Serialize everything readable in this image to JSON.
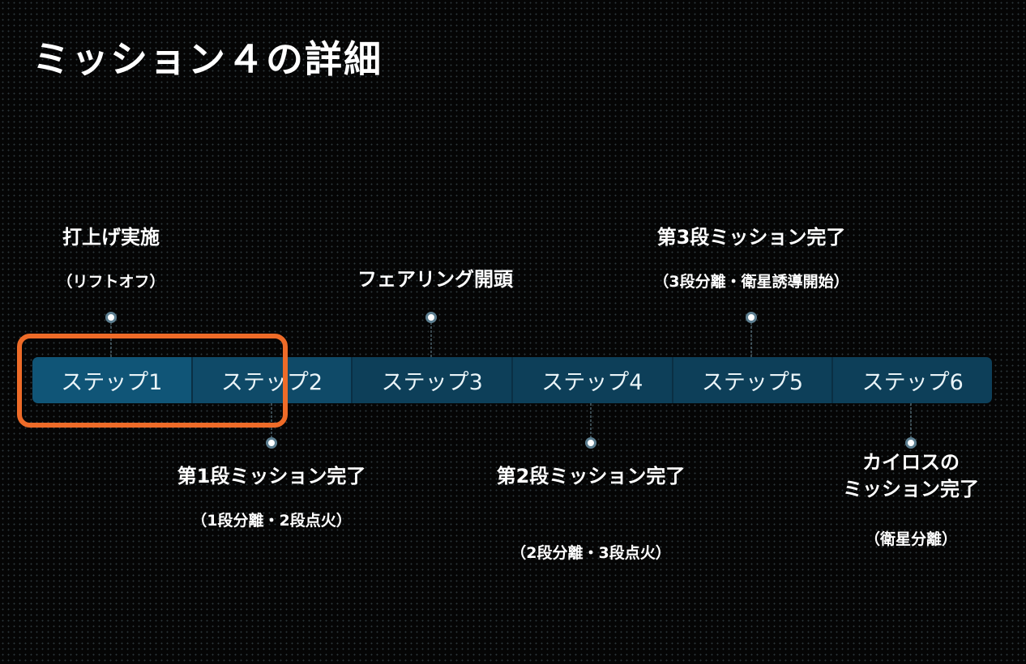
{
  "title": "ミッション４の詳細",
  "steps": [
    "ステップ1",
    "ステップ2",
    "ステップ3",
    "ステップ4",
    "ステップ5",
    "ステップ6"
  ],
  "annotations": {
    "step1": {
      "label": "打上げ実施",
      "detail": "（リフトオフ）"
    },
    "step2": {
      "label": "第1段ミッション完了",
      "detail": "（1段分離・2段点火）"
    },
    "step3": {
      "label": "フェアリング開頭"
    },
    "step4": {
      "label": "第2段ミッション完了",
      "detail": "（2段分離・3段点火）"
    },
    "step5": {
      "label": "第3段ミッション完了",
      "detail": "（3段分離・衛星誘導開始）"
    },
    "step6": {
      "label_line1": "カイロスの",
      "label_line2": "ミッション完了",
      "detail": "（衛星分離）"
    }
  },
  "colors": {
    "background": "#050505",
    "bar": "#0d3f59",
    "highlight": "#ee6b28"
  }
}
